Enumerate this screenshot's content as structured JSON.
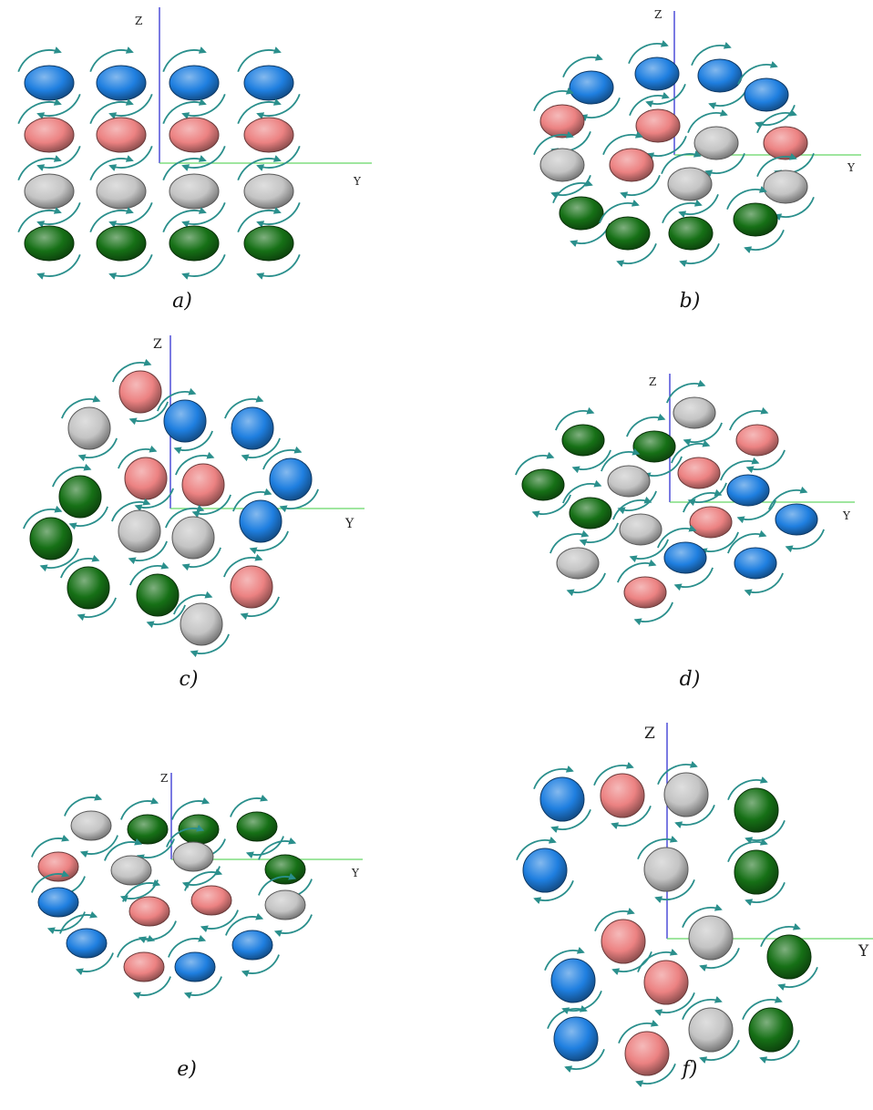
{
  "colors": {
    "blue": "#1f7fe0",
    "pink": "#ec8282",
    "gray": "#c4c4c4",
    "green": "#167016",
    "arrow": "#2a8f8c",
    "z_axis": "#3232d2",
    "y_axis": "#66d866"
  },
  "panels": [
    {
      "id": "a",
      "caption": "a)",
      "z_label": "Z",
      "y_label": "Y",
      "balls": [
        {
          "color": "blue"
        },
        {
          "color": "blue"
        },
        {
          "color": "blue"
        },
        {
          "color": "blue"
        },
        {
          "color": "pink"
        },
        {
          "color": "pink"
        },
        {
          "color": "pink"
        },
        {
          "color": "pink"
        },
        {
          "color": "gray"
        },
        {
          "color": "gray"
        },
        {
          "color": "gray"
        },
        {
          "color": "gray"
        },
        {
          "color": "green"
        },
        {
          "color": "green"
        },
        {
          "color": "green"
        },
        {
          "color": "green"
        }
      ]
    },
    {
      "id": "b",
      "caption": "b)",
      "z_label": "Z",
      "y_label": "Y",
      "balls": [
        {
          "color": "blue"
        },
        {
          "color": "blue"
        },
        {
          "color": "blue"
        },
        {
          "color": "blue"
        },
        {
          "color": "pink"
        },
        {
          "color": "pink"
        },
        {
          "color": "gray"
        },
        {
          "color": "pink"
        },
        {
          "color": "gray"
        },
        {
          "color": "pink"
        },
        {
          "color": "gray"
        },
        {
          "color": "gray"
        },
        {
          "color": "green"
        },
        {
          "color": "green"
        },
        {
          "color": "green"
        },
        {
          "color": "green"
        }
      ]
    },
    {
      "id": "c",
      "caption": "c)",
      "z_label": "Z",
      "y_label": "Y",
      "balls": [
        {
          "color": "pink"
        },
        {
          "color": "gray"
        },
        {
          "color": "blue"
        },
        {
          "color": "blue"
        },
        {
          "color": "green"
        },
        {
          "color": "pink"
        },
        {
          "color": "pink"
        },
        {
          "color": "blue"
        },
        {
          "color": "green"
        },
        {
          "color": "gray"
        },
        {
          "color": "gray"
        },
        {
          "color": "blue"
        },
        {
          "color": "green"
        },
        {
          "color": "green"
        },
        {
          "color": "pink"
        },
        {
          "color": "gray"
        }
      ]
    },
    {
      "id": "d",
      "caption": "d)",
      "z_label": "Z",
      "y_label": "Y",
      "balls": [
        {
          "color": "gray"
        },
        {
          "color": "green"
        },
        {
          "color": "green"
        },
        {
          "color": "pink"
        },
        {
          "color": "green"
        },
        {
          "color": "gray"
        },
        {
          "color": "pink"
        },
        {
          "color": "blue"
        },
        {
          "color": "green"
        },
        {
          "color": "gray"
        },
        {
          "color": "pink"
        },
        {
          "color": "blue"
        },
        {
          "color": "gray"
        },
        {
          "color": "blue"
        },
        {
          "color": "blue"
        },
        {
          "color": "pink"
        }
      ]
    },
    {
      "id": "e",
      "caption": "e)",
      "z_label": "Z",
      "y_label": "Y",
      "balls": [
        {
          "color": "green"
        },
        {
          "color": "green"
        },
        {
          "color": "gray"
        },
        {
          "color": "green"
        },
        {
          "color": "pink"
        },
        {
          "color": "gray"
        },
        {
          "color": "gray"
        },
        {
          "color": "green"
        },
        {
          "color": "blue"
        },
        {
          "color": "pink"
        },
        {
          "color": "pink"
        },
        {
          "color": "gray"
        },
        {
          "color": "blue"
        },
        {
          "color": "pink"
        },
        {
          "color": "blue"
        },
        {
          "color": "blue"
        }
      ]
    },
    {
      "id": "f",
      "caption": "f)",
      "z_label": "Z",
      "y_label": "Y",
      "balls": [
        {
          "color": "blue"
        },
        {
          "color": "pink"
        },
        {
          "color": "gray"
        },
        {
          "color": "green"
        },
        {
          "color": "blue"
        },
        {
          "color": "gray"
        },
        {
          "color": "green"
        },
        {
          "color": "pink"
        },
        {
          "color": "gray"
        },
        {
          "color": "green"
        },
        {
          "color": "blue"
        },
        {
          "color": "pink"
        },
        {
          "color": "blue"
        },
        {
          "color": "pink"
        },
        {
          "color": "gray"
        },
        {
          "color": "green"
        }
      ]
    }
  ]
}
